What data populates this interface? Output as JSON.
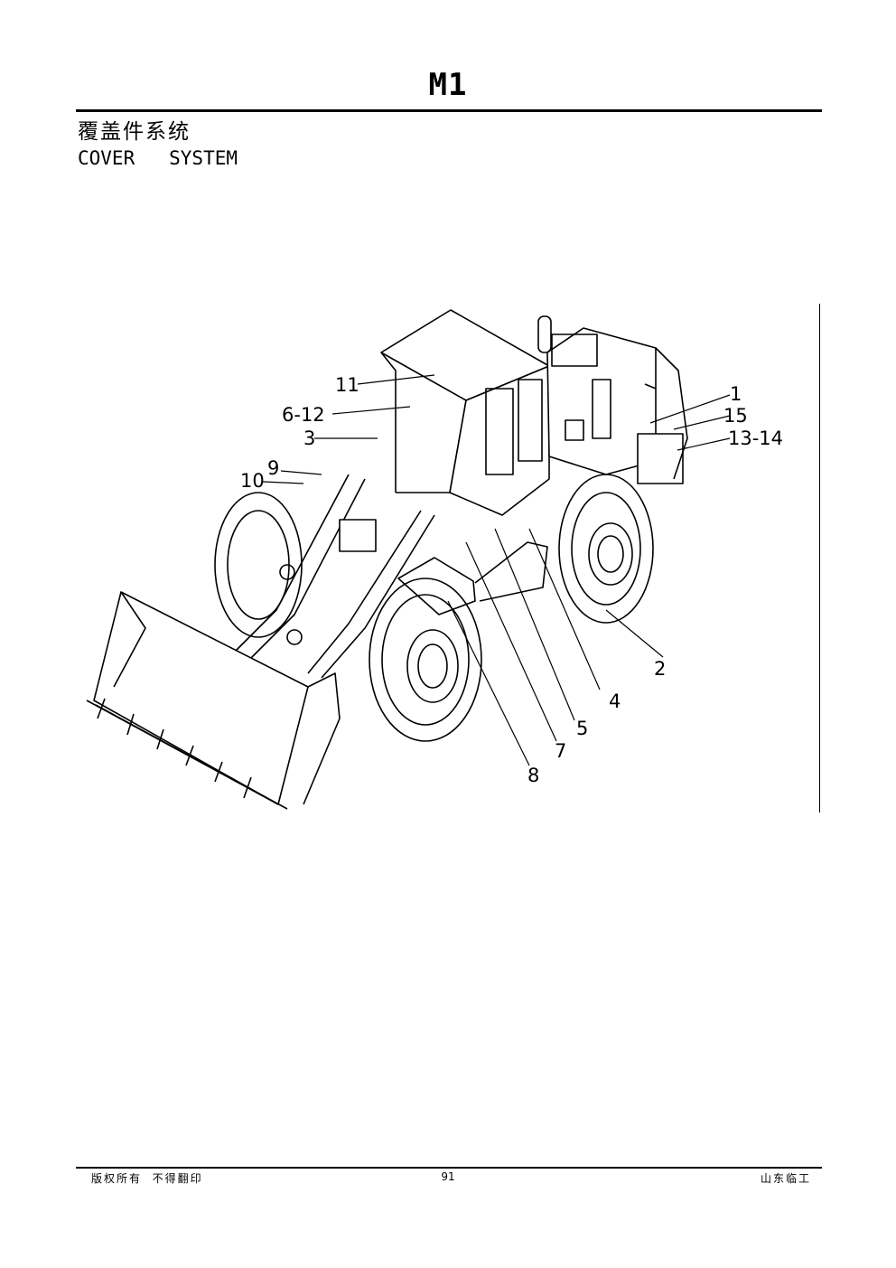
{
  "header": {
    "code": "M1",
    "title_cn": "覆盖件系统",
    "title_en": "COVER   SYSTEM"
  },
  "diagram": {
    "callouts": [
      "1",
      "15",
      "13-14",
      "11",
      "6-12",
      "3",
      "9",
      "10",
      "2",
      "4",
      "5",
      "7",
      "8"
    ]
  },
  "footer": {
    "left": "版权所有  不得翻印",
    "page": "91",
    "right": "山东临工"
  }
}
